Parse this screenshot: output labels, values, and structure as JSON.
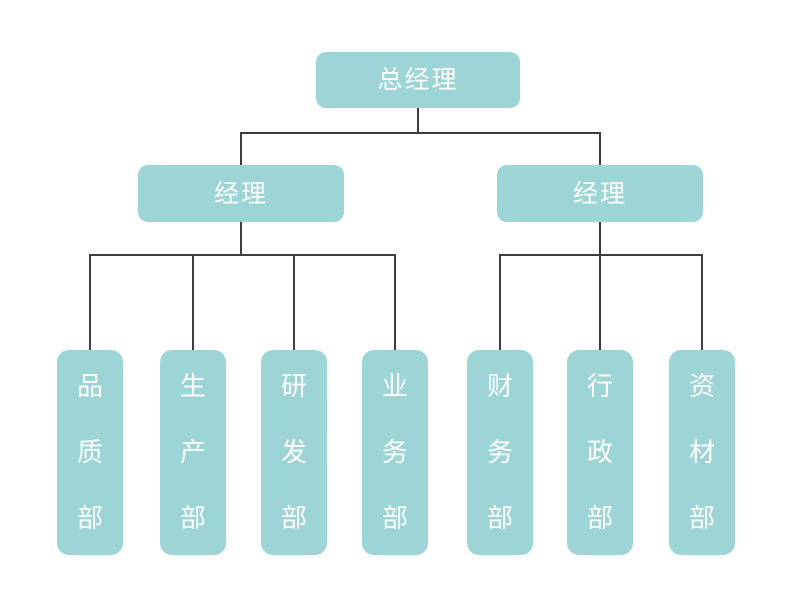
{
  "colors": {
    "node_fill": "#9DD5D6",
    "node_text": "#FFFFFF",
    "connector": "#3D3D3D",
    "background": "#FFFFFF"
  },
  "org": {
    "root": {
      "label": "总经理"
    },
    "managers": [
      {
        "label": "经理",
        "departments": [
          {
            "label": "品质部"
          },
          {
            "label": "生产部"
          },
          {
            "label": "研发部"
          },
          {
            "label": "业务部"
          }
        ]
      },
      {
        "label": "经理",
        "departments": [
          {
            "label": "财务部"
          },
          {
            "label": "行政部"
          },
          {
            "label": "资材部"
          }
        ]
      }
    ]
  }
}
